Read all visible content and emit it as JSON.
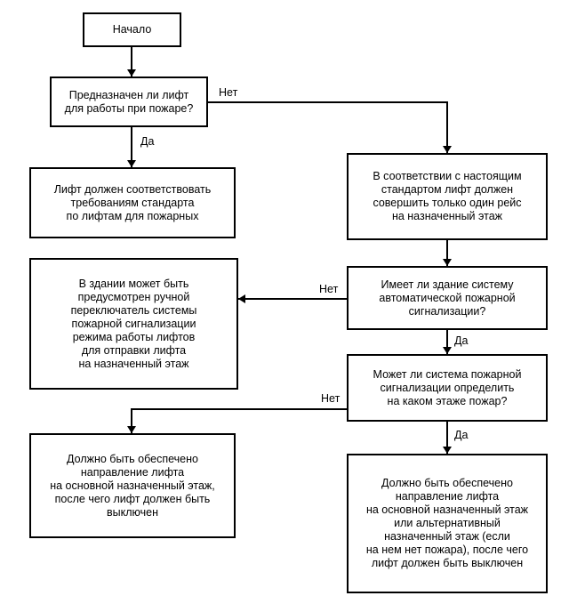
{
  "nodes": {
    "start": "Начало",
    "q_fire_lift": "Предназначен ли лифт\nдля работы при пожаре?",
    "fire_lift_standard": "Лифт должен соответствовать\nтребованиям стандарта\nпо лифтам для пожарных",
    "single_trip": "В соответствии с настоящим\nстандартом лифт должен\nсовершить только один рейс\nна назначенный этаж",
    "q_alarm_system": "Имеет ли здание систему\nавтоматической пожарной\nсигнализации?",
    "manual_switch": "В здании может быть\nпредусмотрен ручной\nпереключатель системы\nпожарной сигнализации\nрежима работы лифтов\nдля отправки лифта\nна назначенный этаж",
    "q_detect_floor": "Может ли система пожарной\nсигнализации определить\nна каком этаже пожар?",
    "main_floor": "Должно быть обеспечено\nнаправление лифта\nна основной назначенный этаж,\nпосле чего лифт должен быть\nвыключен",
    "alt_floor": "Должно быть обеспечено\nнаправление лифта\nна основной назначенный этаж\nили альтернативный\nназначенный этаж (если\nна нем нет пожара), после чего\nлифт должен быть выключен"
  },
  "labels": {
    "no_fire_lift": "Нет",
    "yes_fire_lift": "Да",
    "no_alarm": "Нет",
    "yes_alarm": "Да",
    "no_detect": "Нет",
    "yes_detect": "Да"
  }
}
